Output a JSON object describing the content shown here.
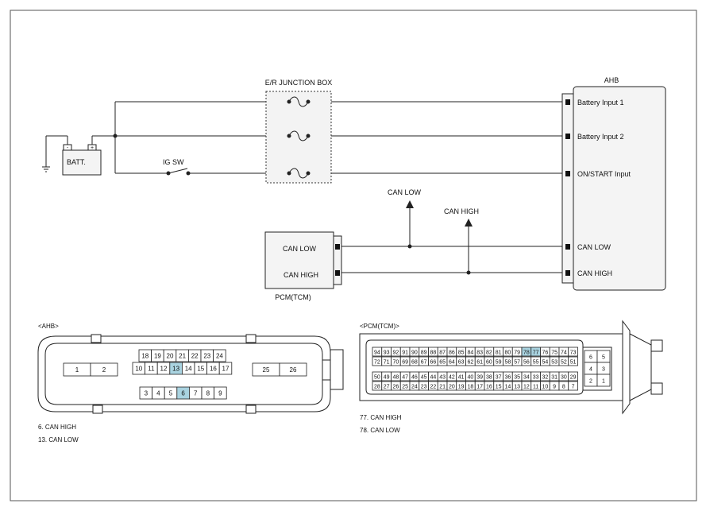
{
  "junction_box": {
    "title": "E/R JUNCTION BOX"
  },
  "battery": {
    "label": "BATT.",
    "minus": "-",
    "plus": "+"
  },
  "ig_sw": {
    "label": "IG SW"
  },
  "ahb": {
    "title": "AHB",
    "pins": [
      "Battery Input 1",
      "Battery Input 2",
      "ON/START Input",
      "CAN LOW",
      "CAN HIGH"
    ]
  },
  "pcm": {
    "title": "PCM(TCM)",
    "pins": [
      "CAN LOW",
      "CAN HIGH"
    ]
  },
  "bus_labels": {
    "can_low": "CAN LOW",
    "can_high": "CAN HIGH"
  },
  "ahb_connector": {
    "title": "<AHB>",
    "left_pins": [
      "1",
      "2"
    ],
    "right_pins": [
      "25",
      "26"
    ],
    "row1": [
      "18",
      "19",
      "20",
      "21",
      "22",
      "23",
      "24"
    ],
    "row2": [
      "10",
      "11",
      "12",
      "13",
      "14",
      "15",
      "16",
      "17"
    ],
    "row3": [
      "3",
      "4",
      "5",
      "6",
      "7",
      "8",
      "9"
    ],
    "highlight": [
      "6",
      "13"
    ],
    "notes": [
      "6. CAN HIGH",
      "13. CAN LOW"
    ]
  },
  "pcm_connector": {
    "title": "<PCM(TCM)>",
    "row1": [
      "94",
      "93",
      "92",
      "91",
      "90",
      "89",
      "88",
      "87",
      "86",
      "85",
      "84",
      "83",
      "82",
      "81",
      "80",
      "79",
      "78",
      "77",
      "76",
      "75",
      "74",
      "73"
    ],
    "row2": [
      "72",
      "71",
      "70",
      "69",
      "68",
      "67",
      "66",
      "65",
      "64",
      "63",
      "62",
      "61",
      "60",
      "59",
      "58",
      "57",
      "56",
      "55",
      "54",
      "53",
      "52",
      "51"
    ],
    "row3": [
      "50",
      "49",
      "48",
      "47",
      "46",
      "45",
      "44",
      "43",
      "42",
      "41",
      "40",
      "39",
      "38",
      "37",
      "36",
      "35",
      "34",
      "33",
      "32",
      "31",
      "30",
      "29"
    ],
    "row4": [
      "28",
      "27",
      "26",
      "25",
      "24",
      "23",
      "22",
      "21",
      "20",
      "19",
      "18",
      "17",
      "16",
      "15",
      "14",
      "13",
      "12",
      "11",
      "10",
      "9",
      "8",
      "7"
    ],
    "side": [
      "6",
      "5",
      "4",
      "3",
      "2",
      "1"
    ],
    "highlight": [
      "77",
      "78"
    ],
    "notes": [
      "77. CAN HIGH",
      "78. CAN LOW"
    ]
  },
  "colors": {
    "highlight": "#a9d3e0",
    "line": "#222222",
    "box_fill": "#f4f4f4"
  }
}
